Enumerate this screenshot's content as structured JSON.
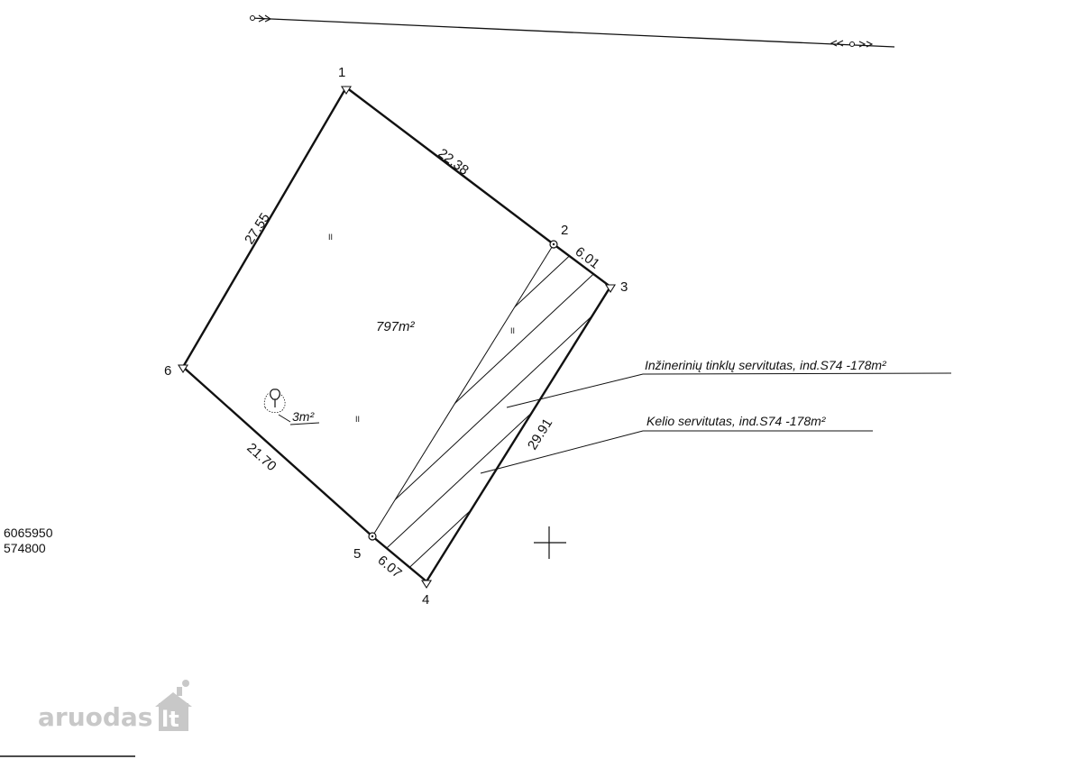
{
  "points": [
    "1",
    "2",
    "3",
    "4",
    "5",
    "6"
  ],
  "dimensions": [
    "22.38",
    "6.01",
    "29.91",
    "6.07",
    "21.70",
    "27.55"
  ],
  "area_label": "797m²",
  "tree_area_label": "3m²",
  "zone_marks": [
    "II",
    "II",
    "II"
  ],
  "servitudes": [
    "Inžinerinių tinklų servitutas, ind.S74 -178m²",
    "Kelio servitutas, ind.S74 -178m²"
  ],
  "coordinates": [
    "6065950",
    "574800"
  ],
  "watermark": {
    "text": "aruodas",
    "suffix": "lt"
  },
  "colors": {
    "ink": "#111111",
    "watermark": "#c8c8c8"
  }
}
